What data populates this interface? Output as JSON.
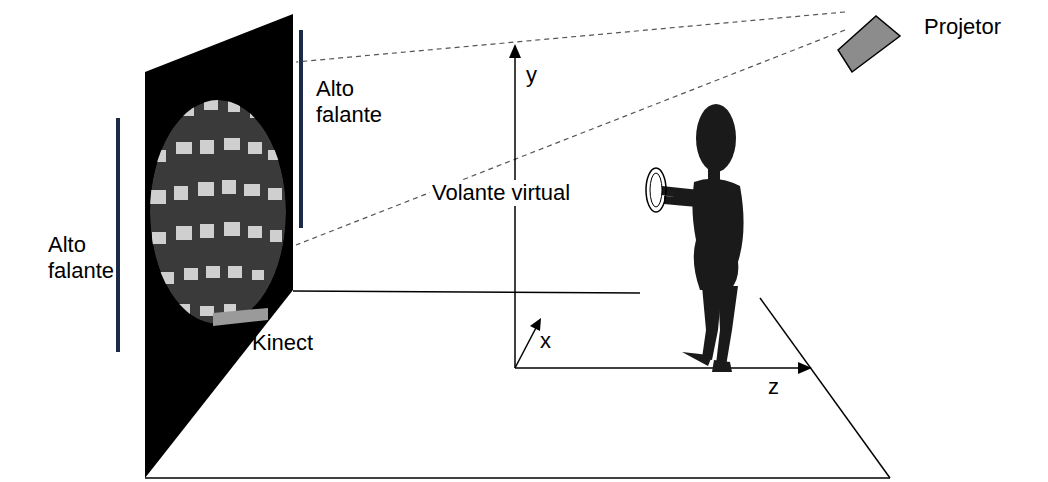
{
  "diagram": {
    "labels": [
      "Projetor",
      "Alto falante",
      "Volante virtual",
      "Alto falante",
      "Kinect",
      "y",
      "x",
      "z"
    ]
  }
}
